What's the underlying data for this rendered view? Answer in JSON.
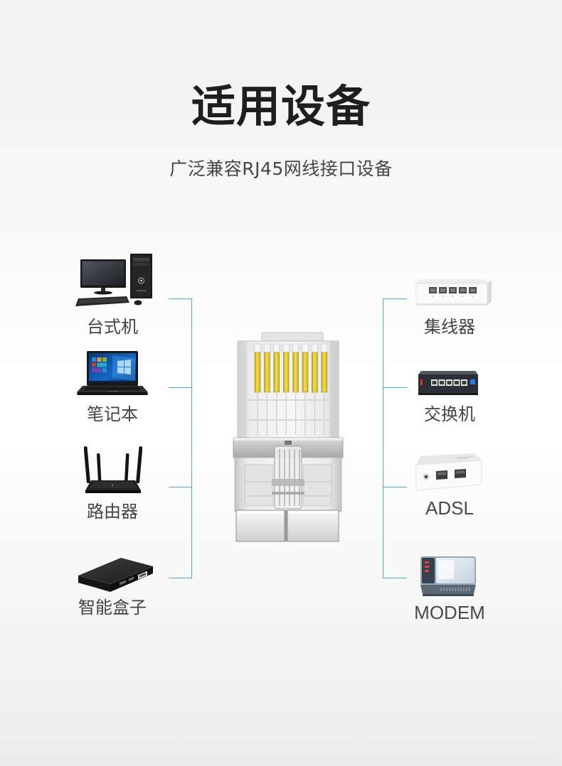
{
  "title": "适用设备",
  "subtitle": "广泛兼容RJ45网线接口设备",
  "left_devices": [
    {
      "label": "台式机",
      "icon": "desktop-computer-icon"
    },
    {
      "label": "笔记本",
      "icon": "laptop-icon"
    },
    {
      "label": "路由器",
      "icon": "router-icon"
    },
    {
      "label": "智能盒子",
      "icon": "set-top-box-icon"
    }
  ],
  "right_devices": [
    {
      "label": "集线器",
      "icon": "hub-icon"
    },
    {
      "label": "交换机",
      "icon": "switch-icon"
    },
    {
      "label": "ADSL",
      "icon": "adsl-splitter-icon"
    },
    {
      "label": "MODEM",
      "icon": "modem-icon"
    }
  ],
  "center_product": {
    "icon": "rj45-connector-icon"
  },
  "colors": {
    "connector_line": "#4aa9d8",
    "title": "#1e1e1e",
    "label": "#444444",
    "gold_pins": "#e6cf3c"
  }
}
